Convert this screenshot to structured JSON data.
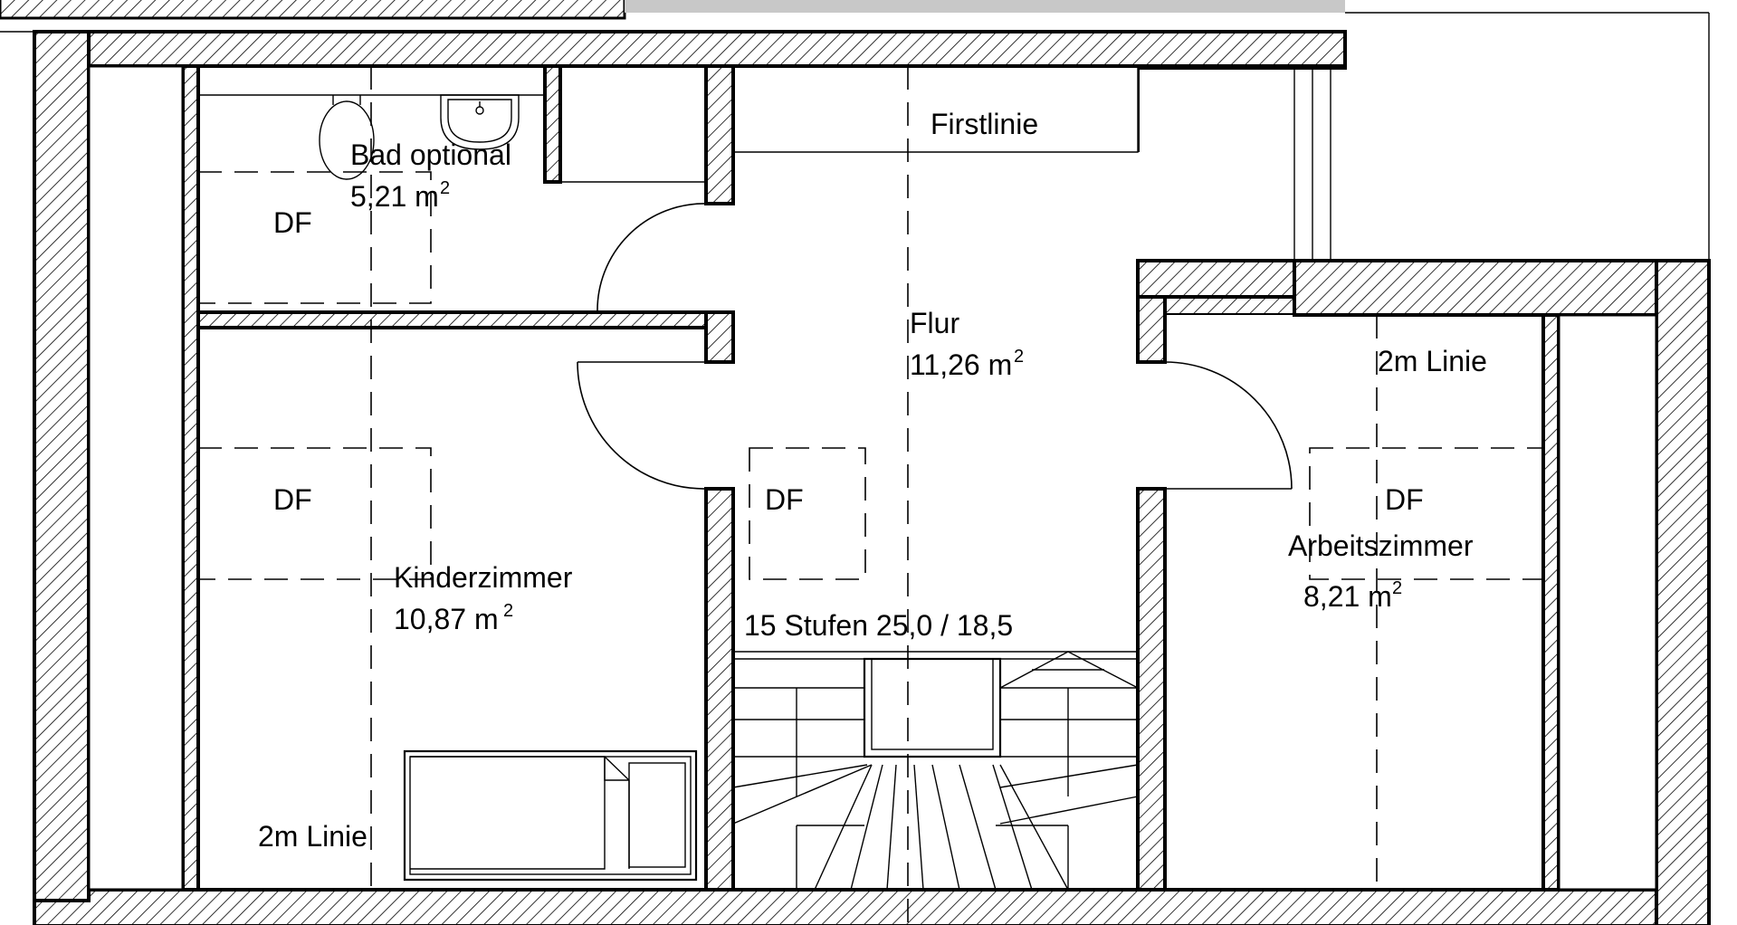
{
  "rooms": {
    "bad": {
      "name": "Bad optional",
      "area": "5,21 m",
      "unit_sup": "2"
    },
    "flur": {
      "name": "Flur",
      "area": "11,26 m",
      "unit_sup": "2"
    },
    "kinderzimmer": {
      "name": "Kinderzimmer",
      "area": "10,87 m",
      "unit_sup": "2"
    },
    "arbeitszimmer": {
      "name": "Arbeitszimmer",
      "area": "8,21 m",
      "unit_sup": "2"
    }
  },
  "labels": {
    "firstlinie": "Firstlinie",
    "linie_right": "2m Linie",
    "linie_left": "2m Linie",
    "df_bad": "DF",
    "df_kinder": "DF",
    "df_flur": "DF",
    "df_arbeit": "DF",
    "stairs": "15 Stufen 25,0 / 18,5"
  },
  "colors": {
    "line": "#000000",
    "background": "#ffffff",
    "roof_strip": "#c8c8c8"
  }
}
